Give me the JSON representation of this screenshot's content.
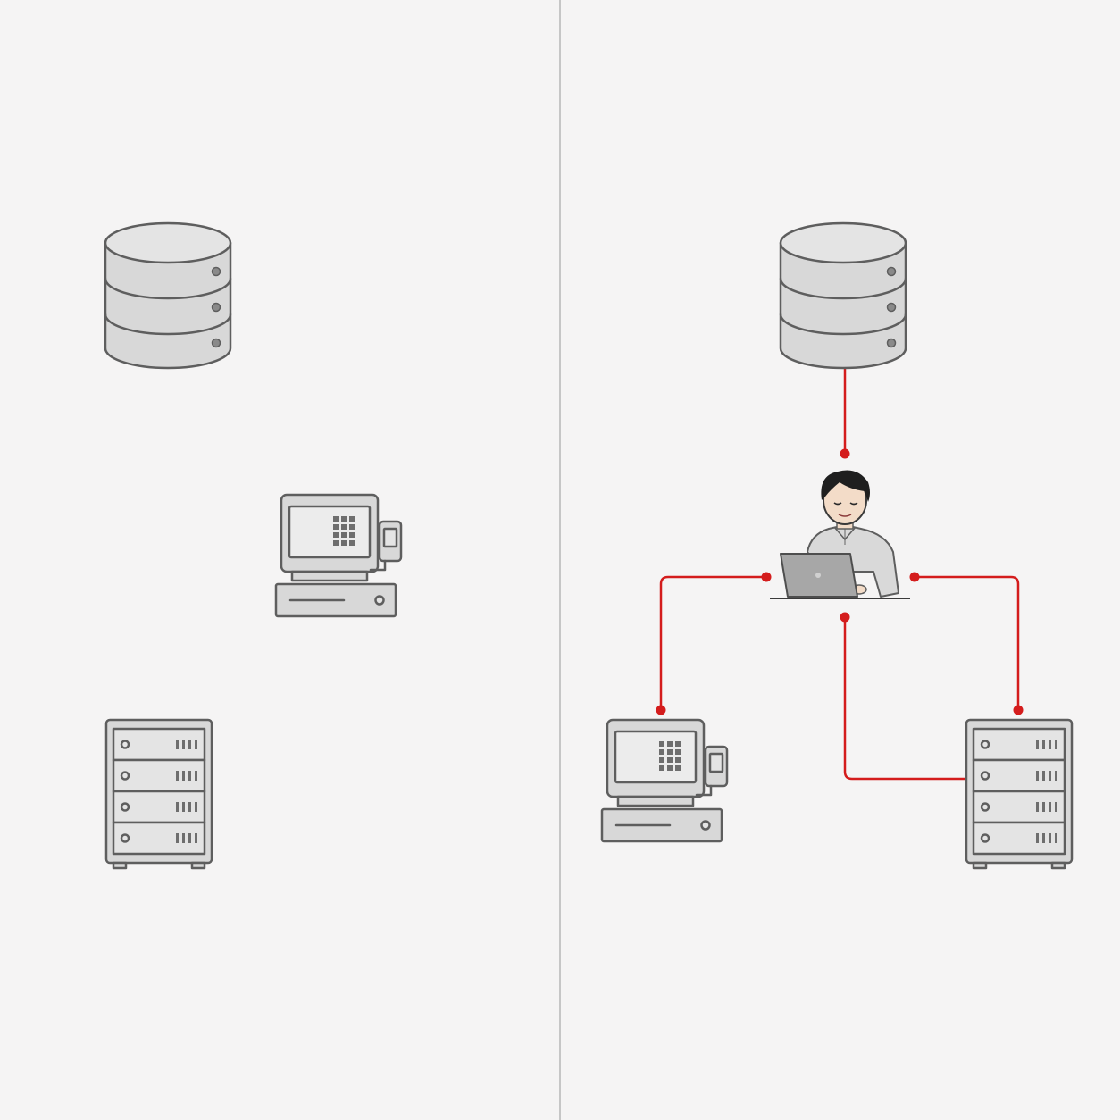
{
  "colors": {
    "background": "#f5f4f4",
    "divider": "#c6c6c6",
    "device_fill": "#d8d8d8",
    "device_fill_light": "#e6e6e6",
    "device_stroke": "#5e5e5e",
    "connector": "#d41c1c",
    "skin": "#f3dcc8",
    "hair": "#1f1f1f",
    "shirt": "#d9d9d9"
  },
  "diagram": {
    "panels": [
      {
        "id": "unconnected",
        "nodes": [
          {
            "id": "database-left",
            "icon": "database-icon"
          },
          {
            "id": "pos-terminal-left",
            "icon": "pos-terminal-icon"
          },
          {
            "id": "server-rack-left",
            "icon": "server-rack-icon"
          }
        ],
        "connections": []
      },
      {
        "id": "connected",
        "nodes": [
          {
            "id": "database-right",
            "icon": "database-icon"
          },
          {
            "id": "operator",
            "icon": "person-at-laptop-icon"
          },
          {
            "id": "pos-terminal-right",
            "icon": "pos-terminal-icon"
          },
          {
            "id": "server-rack-right",
            "icon": "server-rack-icon"
          }
        ],
        "connections": [
          {
            "from": "database-right",
            "to": "operator"
          },
          {
            "from": "operator",
            "to": "pos-terminal-right"
          },
          {
            "from": "operator",
            "to": "server-rack-right"
          },
          {
            "from": "server-rack-right",
            "to": "operator"
          }
        ]
      }
    ]
  }
}
